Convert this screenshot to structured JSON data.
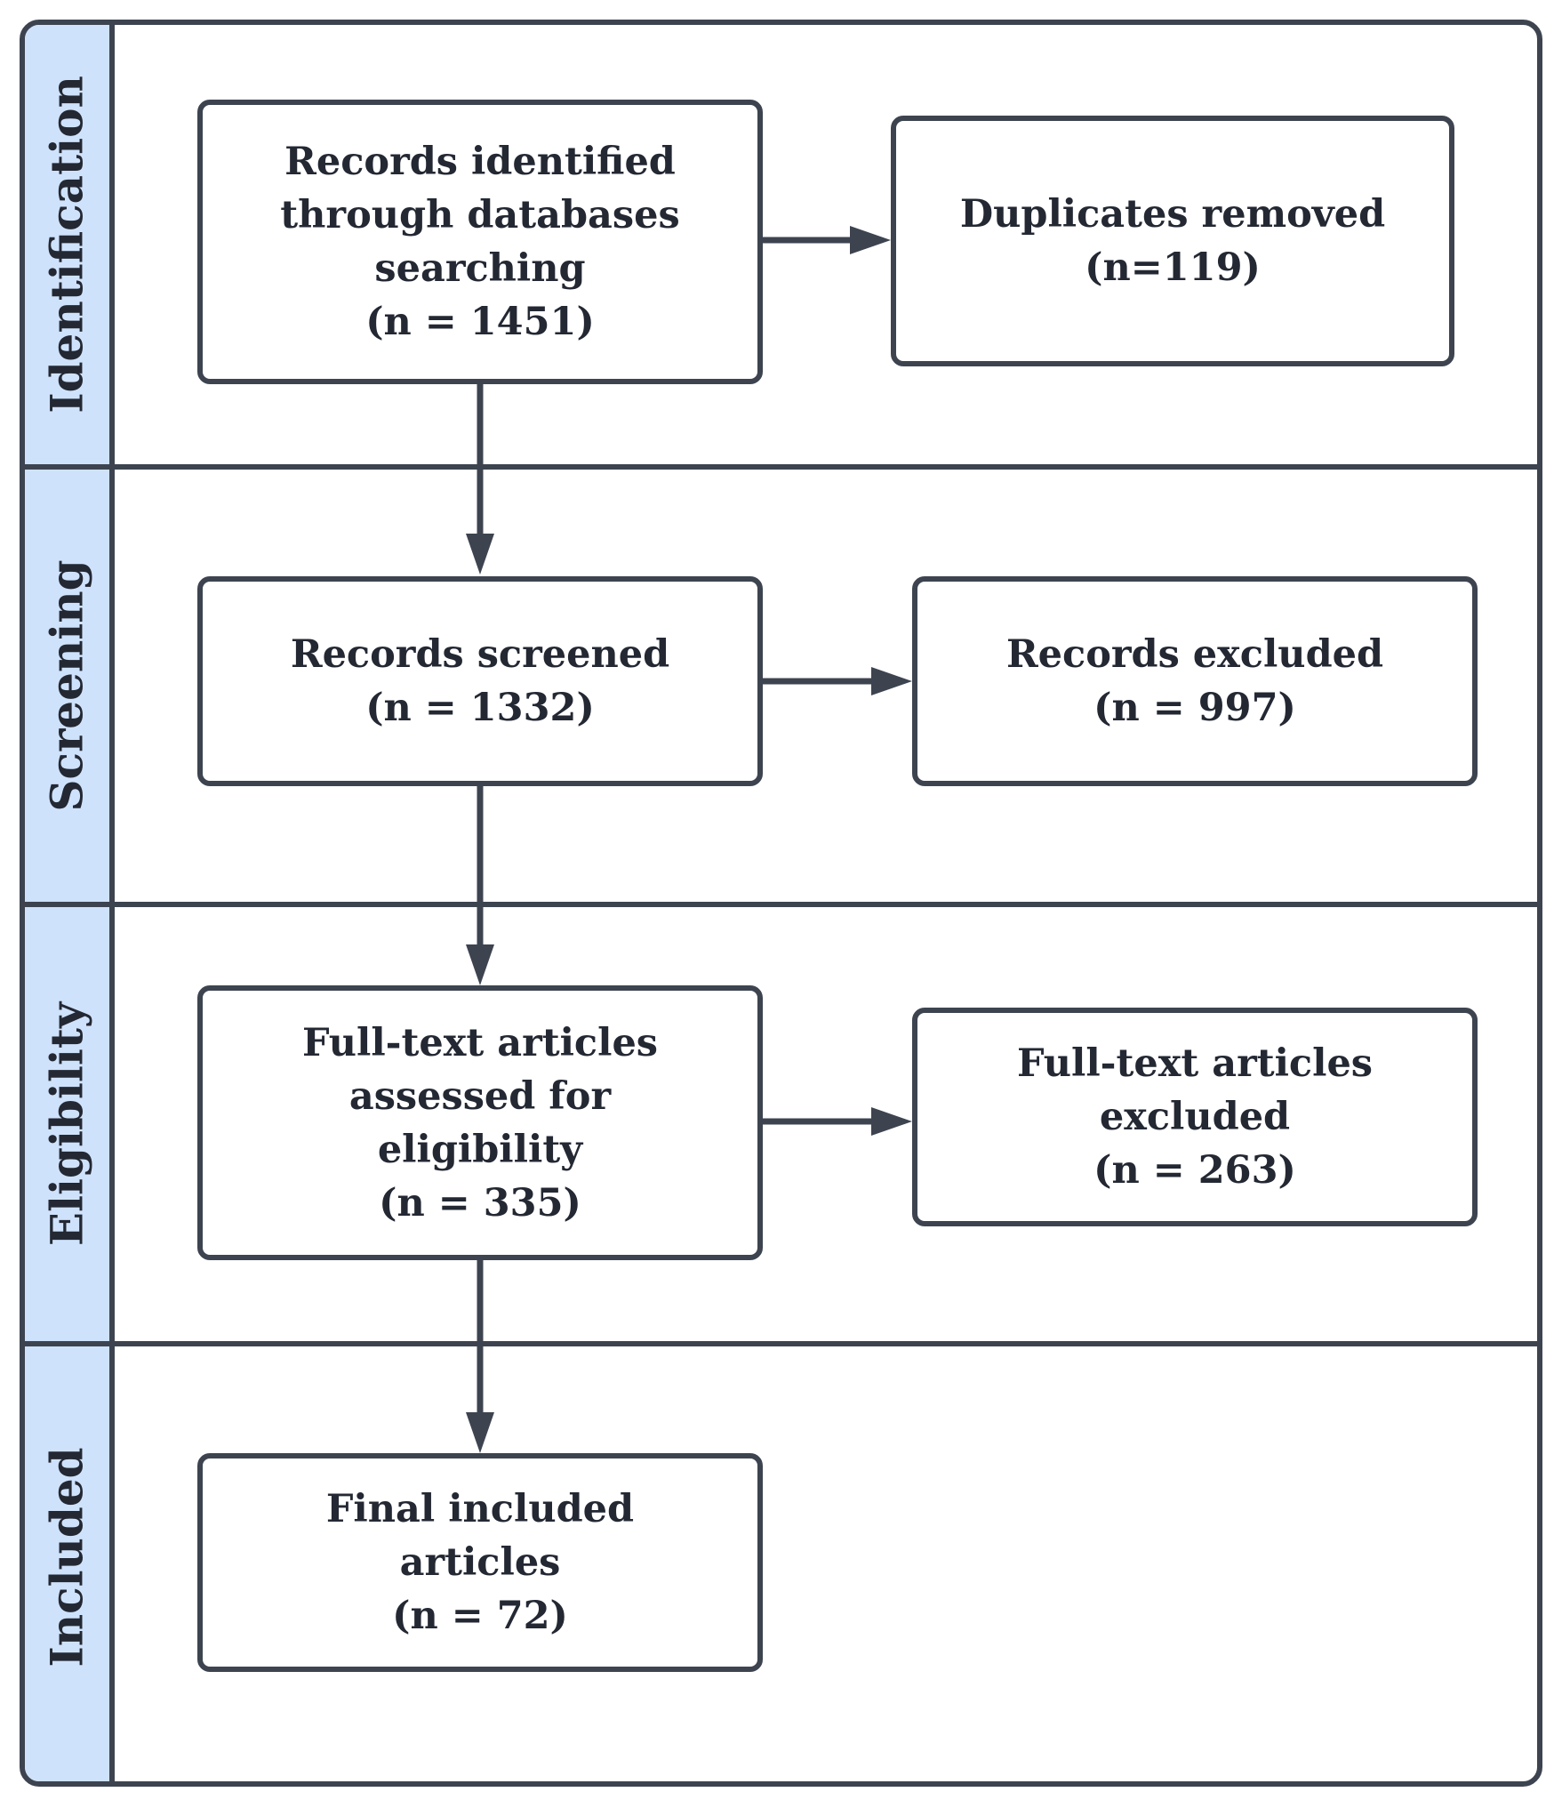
{
  "stages": [
    {
      "label": "Identification"
    },
    {
      "label": "Screening"
    },
    {
      "label": "Eligibility"
    },
    {
      "label": "Included"
    }
  ],
  "boxes": {
    "identified": {
      "lines": [
        "Records identified",
        "through databases",
        "searching",
        "(n = 1451)"
      ]
    },
    "duplicates": {
      "lines": [
        "Duplicates removed",
        "(n=119)"
      ]
    },
    "screened": {
      "lines": [
        "Records screened",
        "(n = 1332)"
      ]
    },
    "excluded": {
      "lines": [
        "Records excluded",
        "(n = 997)"
      ]
    },
    "fulltext": {
      "lines": [
        "Full-text articles",
        "assessed for",
        "eligibility",
        "(n = 335)"
      ]
    },
    "fulltext_excluded": {
      "lines": [
        "Full-text articles",
        "excluded",
        "(n = 263)"
      ]
    },
    "included": {
      "lines": [
        "Final included",
        "articles",
        "(n = 72)"
      ]
    }
  },
  "colors": {
    "stroke": "#3d4450",
    "stage_fill": "#cfe2fb",
    "text": "#232833"
  }
}
